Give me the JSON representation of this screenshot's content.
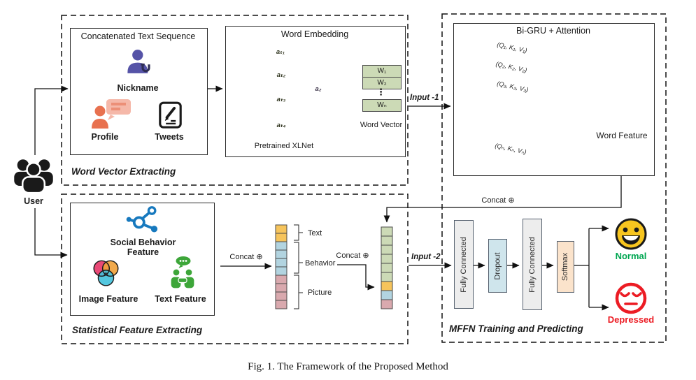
{
  "caption": "Fig. 1.  The Framework of the Proposed Method",
  "user": {
    "label": "User"
  },
  "sections": {
    "word_vector": {
      "label": "Word Vector Extracting"
    },
    "statistical": {
      "label": "Statistical Feature Extracting"
    },
    "mffn": {
      "label": "MFFN Training and Predicting"
    }
  },
  "concat_sequence": {
    "title": "Concatenated Text Sequence",
    "items": [
      {
        "label": "Nickname"
      },
      {
        "label": "Profile"
      },
      {
        "label": "Tweets"
      }
    ]
  },
  "word_embedding": {
    "title": "Word Embedding",
    "footer": "Pretrained XLNet",
    "nodes": [
      "aₜ₁",
      "aₜ₂",
      "aₜ₃",
      "aₜ₄"
    ],
    "output_node": "a₂",
    "vector_cells": [
      "W₁",
      "W₂",
      "Wₙ"
    ],
    "vector_dots": "⋮",
    "vector_label": "Word Vector"
  },
  "inputs": {
    "input1": "Input -1",
    "input2": "Input -2"
  },
  "bigru": {
    "title": "Bi-GRU + Attention",
    "attention_labels": [
      "(Q₁, K₁, V₁)",
      "(Q₂, K₂, V₂)",
      "(Q₃, K₃, V₃)",
      "(Qₙ, Kₙ, Vₙ)"
    ],
    "word_feature_label": "Word Feature"
  },
  "concat_labels": {
    "top": "Concat ⊕",
    "stat": "Concat ⊕",
    "mid": "Concat ⊕"
  },
  "stat_features": {
    "social": {
      "label": "Social Behavior Feature"
    },
    "image": {
      "label": "Image Feature"
    },
    "text": {
      "label": "Text Feature"
    }
  },
  "feature_vector": {
    "segments": [
      {
        "label": "Text",
        "color": "#f6c45c",
        "cells": 2
      },
      {
        "label": "Behavior",
        "color": "#b2d4e0",
        "cells": 4
      },
      {
        "label": "Picture",
        "color": "#d9a9ae",
        "cells": 4
      }
    ]
  },
  "merged_vector": {
    "green_cells": 6,
    "yellow_cells": 1,
    "blue_cells": 1,
    "pink_cells": 1
  },
  "mffn_pipeline": {
    "layers": [
      "Fully Connected",
      "Dropout",
      "Fully Connected",
      "Softmax"
    ],
    "outputs": [
      {
        "label": "Normal",
        "color": "#00a651"
      },
      {
        "label": "Depressed",
        "color": "#ec1c24"
      }
    ]
  },
  "colors": {
    "node_green": "#76c043",
    "node_purple": "#cdc3e0",
    "node_orange": "#f8c29a",
    "embed_output_node": "#c6badb",
    "cell_green": "#ccdab6",
    "cell_yellow": "#f6c45c",
    "cell_blue": "#b2d4e0",
    "cell_pink": "#d9a9ae",
    "fc_fill": "#ededed",
    "dropout_fill": "#cfe5ec",
    "softmax_fill": "#fbe3cb",
    "normal_green": "#00a651",
    "depressed_red": "#ec1c24",
    "icon_blue": "#1779be",
    "icon_indigo": "#5553a7",
    "icon_coral": "#e8714f",
    "icon_green": "#3da639",
    "smiley_yellow": "#f7c51f"
  }
}
